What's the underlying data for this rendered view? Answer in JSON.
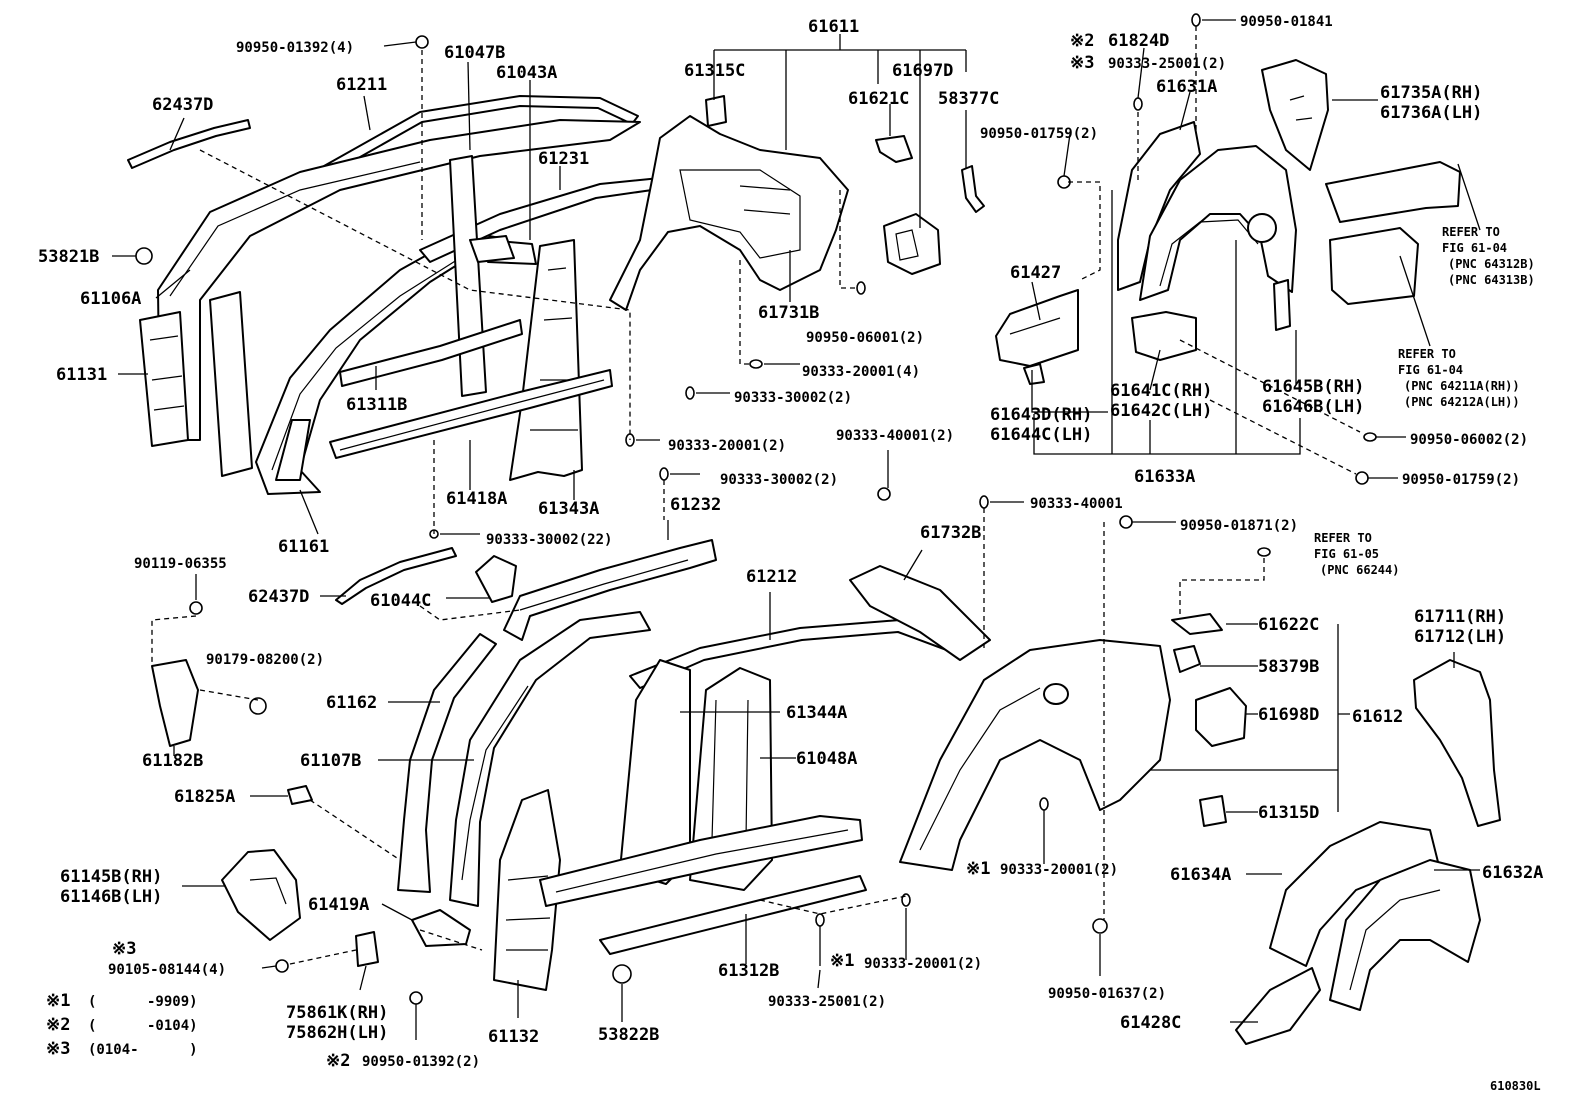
{
  "labels": {
    "p90950_01392_top": "90950-01392(4)",
    "p62437D_top": "62437D",
    "p61211": "61211",
    "p61047B": "61047B",
    "p61043A": "61043A",
    "p61611": "61611",
    "p61315C": "61315C",
    "p61697D": "61697D",
    "p61621C": "61621C",
    "p58377C": "58377C",
    "p53821B": "53821B",
    "p61106A": "61106A",
    "p61131": "61131",
    "p61231": "61231",
    "p61311B": "61311B",
    "p61418A": "61418A",
    "p61343A": "61343A",
    "p61161": "61161",
    "p61731B": "61731B",
    "p90950_06001": "90950-06001(2)",
    "p90333_20001_4": "90333-20001(4)",
    "p90333_30002_2a": "90333-30002(2)",
    "p90333_20001_2a": "90333-20001(2)",
    "p90333_30002_2b": "90333-30002(2)",
    "p90333_30002_22": "90333-30002(22)",
    "p90333_40001_2": "90333-40001(2)",
    "p90333_40001": "90333-40001",
    "p61824D": "61824D",
    "p90333_25001_2top": "90333-25001(2)",
    "p90950_01841": "90950-01841",
    "p61631A": "61631A",
    "p61735A": "61735A(RH)",
    "p61736A": "61736A(LH)",
    "p90950_01759_2top": "90950-01759(2)",
    "p61427": "61427",
    "refer1_a": "REFER TO",
    "refer1_b": "FIG 61-04",
    "refer1_c": "(PNC 64312B)",
    "refer1_d": "(PNC 64313B)",
    "refer2_a": "REFER TO",
    "refer2_b": "FIG 61-04",
    "refer2_c": "(PNC 64211A(RH))",
    "refer2_d": "(PNC 64212A(LH))",
    "p61641C": "61641C(RH)",
    "p61642C": "61642C(LH)",
    "p61645B": "61645B(RH)",
    "p61646B": "61646B(LH)",
    "p61643D": "61643D(RH)",
    "p61644C": "61644C(LH)",
    "p90950_06002": "90950-06002(2)",
    "p61633A": "61633A",
    "p90950_01759_2b": "90950-01759(2)",
    "p90950_01871": "90950-01871(2)",
    "refer3_a": "REFER TO",
    "refer3_b": "FIG 61-05",
    "refer3_c": "(PNC 66244)",
    "p61232": "61232",
    "p61732B": "61732B",
    "p90119_06355": "90119-06355",
    "p62437D_b": "62437D",
    "p61044C": "61044C",
    "p61212": "61212",
    "p90179_08200": "90179-08200(2)",
    "p61622C": "61622C",
    "p61711": "61711(RH)",
    "p61712": "61712(LH)",
    "p58379B": "58379B",
    "p61162": "61162",
    "p61344A": "61344A",
    "p61698D": "61698D",
    "p61612": "61612",
    "p61182B": "61182B",
    "p61107B": "61107B",
    "p61048A": "61048A",
    "p61825A": "61825A",
    "p61315D": "61315D",
    "p61145B": "61145B(RH)",
    "p61146B": "61146B(LH)",
    "p61419A": "61419A",
    "p90333_20001_2b": "90333-20001(2)",
    "p61634A": "61634A",
    "p61632A": "61632A",
    "p90105_08144": "90105-08144(4)",
    "p90333_20001_2c": "90333-20001(2)",
    "p61312B": "61312B",
    "p90333_25001_2b": "90333-25001(2)",
    "p90950_01637": "90950-01637(2)",
    "p75861K": "75861K(RH)",
    "p75862H": "75862H(LH)",
    "p61132": "61132",
    "p53822B": "53822B",
    "p61428C": "61428C",
    "p90950_01392_b": "90950-01392(2)",
    "fig_id": "610830L"
  },
  "marks": {
    "m1": "※1",
    "m2": "※2",
    "m3": "※3"
  },
  "legend": {
    "l1_mark": "※1",
    "l1_text": "(      -9909)",
    "l2_mark": "※2",
    "l2_text": "(      -0104)",
    "l3_mark": "※3",
    "l3_text": "(0104-      )"
  }
}
